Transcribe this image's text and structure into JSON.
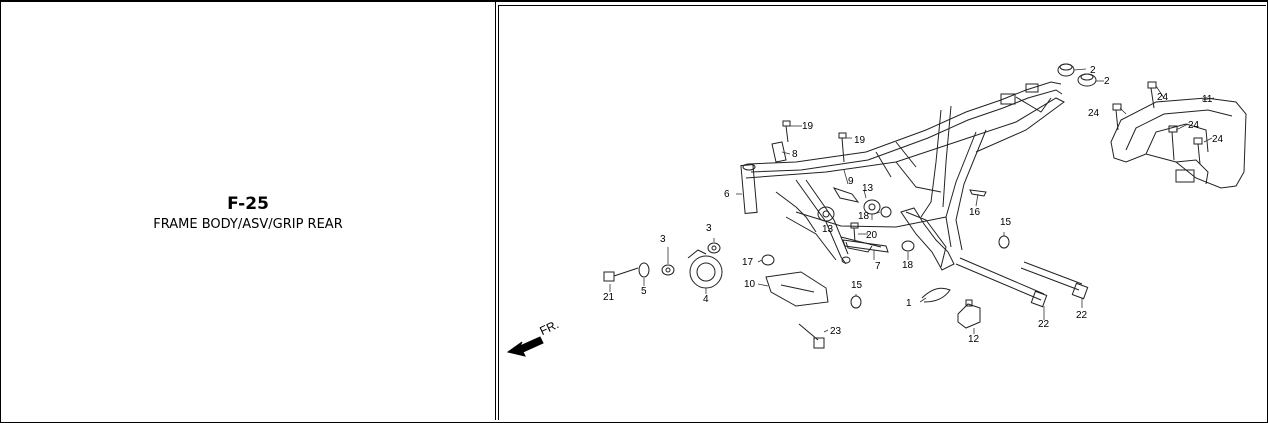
{
  "figure": {
    "code": "F-25",
    "title": "FRAME BODY/ASV/GRIP REAR"
  },
  "orientation_label": "FR.",
  "callouts": [
    {
      "id": "c2a",
      "text": "2"
    },
    {
      "id": "c2b",
      "text": "2"
    },
    {
      "id": "c24a",
      "text": "24"
    },
    {
      "id": "c11",
      "text": "11"
    },
    {
      "id": "c24b",
      "text": "24"
    },
    {
      "id": "c24c",
      "text": "24"
    },
    {
      "id": "c24d",
      "text": "24"
    },
    {
      "id": "c19a",
      "text": "19"
    },
    {
      "id": "c19b",
      "text": "19"
    },
    {
      "id": "c8",
      "text": "8"
    },
    {
      "id": "c9",
      "text": "9"
    },
    {
      "id": "c6",
      "text": "6"
    },
    {
      "id": "c13a",
      "text": "13"
    },
    {
      "id": "c18a",
      "text": "18"
    },
    {
      "id": "c16",
      "text": "16"
    },
    {
      "id": "c13b",
      "text": "13"
    },
    {
      "id": "c20",
      "text": "20"
    },
    {
      "id": "c15a",
      "text": "15"
    },
    {
      "id": "c3a",
      "text": "3"
    },
    {
      "id": "c3b",
      "text": "3"
    },
    {
      "id": "c7",
      "text": "7"
    },
    {
      "id": "c18b",
      "text": "18"
    },
    {
      "id": "c17",
      "text": "17"
    },
    {
      "id": "c10",
      "text": "10"
    },
    {
      "id": "c15b",
      "text": "15"
    },
    {
      "id": "c1",
      "text": "1"
    },
    {
      "id": "c21",
      "text": "21"
    },
    {
      "id": "c5",
      "text": "5"
    },
    {
      "id": "c4",
      "text": "4"
    },
    {
      "id": "c22a",
      "text": "22"
    },
    {
      "id": "c22b",
      "text": "22"
    },
    {
      "id": "c12",
      "text": "12"
    },
    {
      "id": "c23",
      "text": "23"
    }
  ]
}
